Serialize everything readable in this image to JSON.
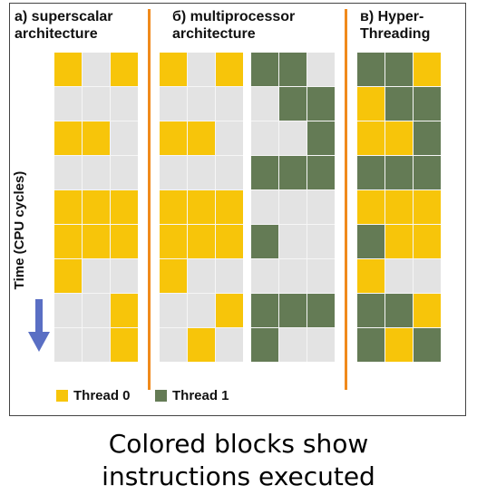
{
  "titles": {
    "a": "а) superscalar\narchitecture",
    "b": "б)  multiprocessor\narchitecture",
    "c": "в) Hyper-\nThreading"
  },
  "axis_label": "Time (CPU cycles)",
  "legend": {
    "thread0": "Thread 0",
    "thread1": "Thread 1"
  },
  "caption": {
    "line1": "Colored blocks show",
    "line2": "instructions executed"
  },
  "colors": {
    "thread0": "#f7c50a",
    "thread1": "#647b55",
    "empty": "#e3e3e3",
    "divider": "#f08a1c"
  },
  "grids": {
    "superscalar": [
      "Y.Y",
      "...",
      "YY.",
      "...",
      "YYY",
      "YYY",
      "Y..",
      ". .Y",
      "..Y"
    ],
    "mp_thread0": [
      "Y.Y",
      "...",
      "YY.",
      "...",
      "YYY",
      "YYY",
      "Y..",
      "..Y",
      ".Y."
    ],
    "mp_thread1": [
      "GG.",
      ".GG",
      "..G",
      "GGG",
      "...",
      "G..",
      "...",
      "GGG",
      "G.."
    ],
    "hyperthreading": [
      "GGY",
      "YGG",
      "YYG",
      "GGG",
      "YYY",
      "GYY",
      "Y..",
      "GGY",
      "GYG"
    ]
  }
}
